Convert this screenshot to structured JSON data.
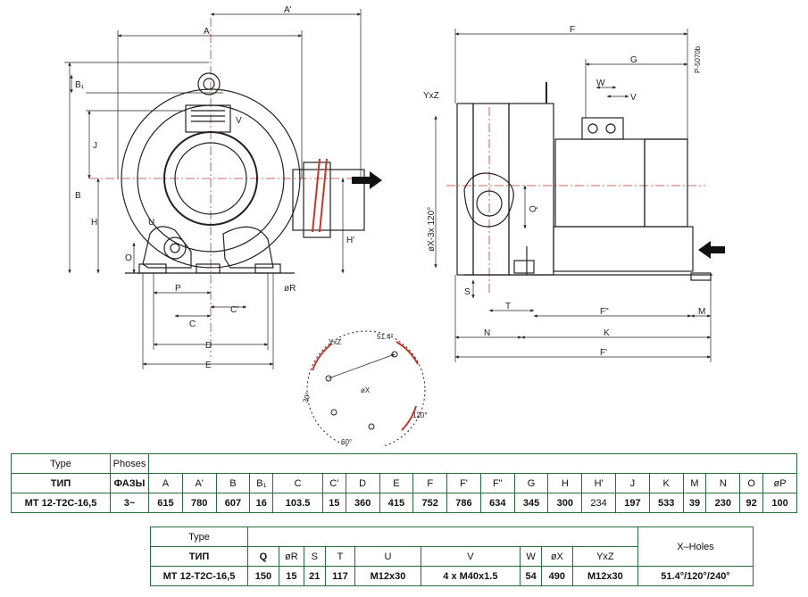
{
  "drawing": {
    "front_labels": {
      "A_prime": "A'",
      "A": "A",
      "B1": "B₁",
      "B": "B",
      "J": "J",
      "H": "H",
      "H_prime": "H'",
      "O": "O",
      "U": "U",
      "V": "V",
      "P": "P",
      "C": "C",
      "C_prime": "C'",
      "D": "D",
      "E": "E",
      "phiR": "øR"
    },
    "side_labels": {
      "F": "F",
      "G": "G",
      "W": "W",
      "V": "V",
      "YxZ": "YxZ",
      "phiX_holes": "øX-3x 120°",
      "Q": "Q",
      "S": "S",
      "T": "T",
      "F_dprime": "F\"",
      "M": "M",
      "N": "N",
      "K": "K",
      "F_prime": "F'",
      "code": "P-5070b"
    },
    "flange_labels": {
      "YxZ": "YxZ",
      "angle_51": "51.4°",
      "phiX": "øX",
      "angle_120": "120°",
      "angle_60": "60°",
      "angle_30": "30°"
    }
  },
  "table1": {
    "type_label": "Type",
    "phases_label": "Phoses",
    "tip_label": "ТИП",
    "fazy_label": "ФАЗЫ",
    "headers": [
      "A",
      "A'",
      "B",
      "B₁",
      "C",
      "C'",
      "D",
      "E",
      "F",
      "F'",
      "F\"",
      "G",
      "H",
      "H'",
      "J",
      "K",
      "M",
      "N",
      "O",
      "øP"
    ],
    "row_model": "MT 12-T2C-16,5",
    "row_phase": "3~",
    "values": [
      "615",
      "780",
      "607",
      "16",
      "103.5",
      "15",
      "360",
      "415",
      "752",
      "786",
      "634",
      "345",
      "300",
      "234",
      "197",
      "533",
      "39",
      "230",
      "92",
      "100"
    ]
  },
  "table2": {
    "type_label": "Type",
    "tip_label": "ТИП",
    "x_holes_label": "X–Holes",
    "headers": [
      "Q",
      "øR",
      "S",
      "T",
      "U",
      "V",
      "W",
      "øX",
      "YxZ"
    ],
    "row_model": "MT 12-T2C-16,5",
    "values": [
      "150",
      "15",
      "21",
      "117",
      "M12x30",
      "4 x M40x1.5",
      "54",
      "490",
      "M12x30"
    ],
    "x_holes_value": "51.4°/120°/240°"
  }
}
